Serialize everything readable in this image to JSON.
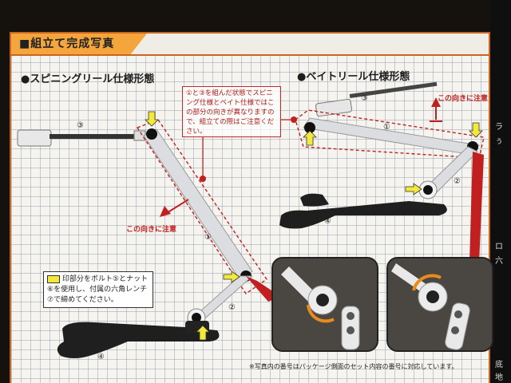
{
  "header": {
    "title": "■組立て完成写真"
  },
  "spinning": {
    "heading": "●スピニングリール仕様形態"
  },
  "baitcast": {
    "heading": "●ベイトリール仕様形態"
  },
  "note": {
    "text": "①と③を組んだ状態でスピニング仕様とベイト仕様ではこの部分の向きが異なりますので、組立ての際はご注意ください。"
  },
  "caution": {
    "left": "この向きに注意",
    "right": "この向きに注意"
  },
  "instruction": {
    "text": "印部分をボルト⑤とナット⑥を使用し、付属の六角レンチ⑦で締めてください。"
  },
  "footnote": {
    "text": "※写真内の番号はパッケージ側面のセット内容の番号に対応しています。"
  },
  "labels": {
    "s3": "③",
    "s1": "①",
    "s2": "②",
    "s4": "④",
    "b3": "③",
    "b1": "①",
    "b2": "②",
    "b4": "④"
  },
  "right_strip": {
    "c1": "ラ",
    "c2": "ぅ",
    "c3": "ロ",
    "c4": "六",
    "c5": "底",
    "c6": "地"
  },
  "colors": {
    "accent": "#f4a63c",
    "warning_red": "#c0201f",
    "arrow_yellow": "#f3e93a",
    "frame": "#c9651e"
  }
}
